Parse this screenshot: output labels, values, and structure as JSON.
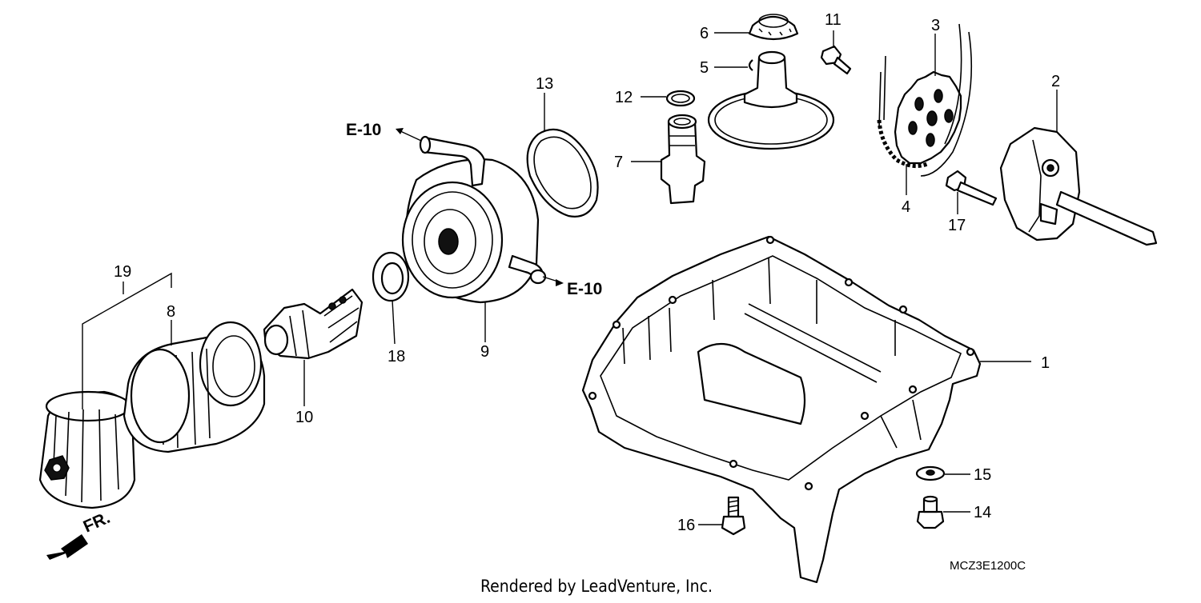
{
  "diagram": {
    "callouts": [
      "1",
      "2",
      "3",
      "4",
      "5",
      "6",
      "7",
      "8",
      "9",
      "10",
      "11",
      "12",
      "13",
      "14",
      "15",
      "16",
      "17",
      "18",
      "19"
    ],
    "references": [
      "E-10",
      "E-10"
    ],
    "direction_label": "FR.",
    "diagram_code": "MCZ3E1200C",
    "footer": "Rendered by LeadVenture, Inc."
  }
}
